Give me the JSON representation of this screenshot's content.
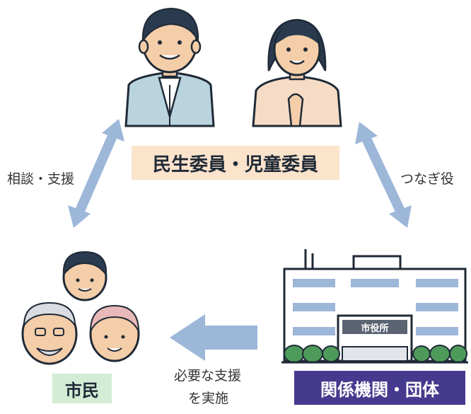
{
  "center_label": "民生委員・児童委員",
  "left_arrow_label": "相談・支援",
  "right_arrow_label": "つなぎ役",
  "citizen_label": "市民",
  "org_label": "関係機関・団体",
  "building_sign": "市役所",
  "bottom_arrow_label_line1": "必要な支援",
  "bottom_arrow_label_line2": "を実施",
  "colors": {
    "arrow": "#9db7d9",
    "center_box_bg": "#fbe3cc",
    "citizen_box_bg": "#d3ecd6",
    "org_box_bg": "#463a8e",
    "org_text": "#ffffff",
    "line": "#1f2a36",
    "skin": "#f4cda9",
    "hair": "#2a3a4f"
  }
}
